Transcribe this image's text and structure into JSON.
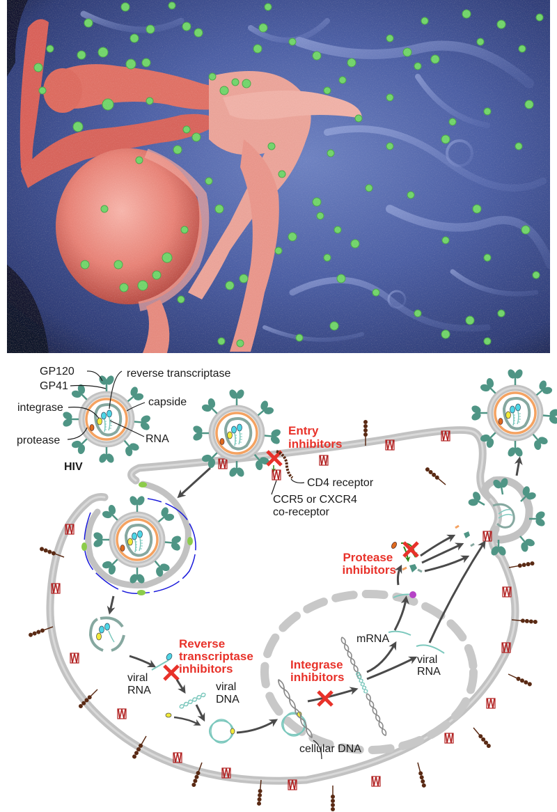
{
  "micrograph": {
    "subject": "scanning electron micrograph of HIV virions budding from a lymphocyte",
    "colors": {
      "cell_surface": "#4a5d9e",
      "lymphocyte": "#e47a72",
      "virions": "#6fd36a",
      "border": "#000000"
    }
  },
  "diagram": {
    "virion_labels": {
      "gp120": "GP120",
      "gp41": "GP41",
      "reverse_transcriptase": "reverse transcriptase",
      "integrase": "integrase",
      "capside": "capside",
      "protease": "protease",
      "rna": "RNA",
      "hiv": "HIV"
    },
    "receptor_labels": {
      "cd4": "CD4 receptor",
      "coreceptor_line1": "CCR5 or CXCR4",
      "coreceptor_line2": "co-receptor"
    },
    "inhibitors": {
      "entry": [
        "Entry",
        "inhibitors"
      ],
      "reverse_transcriptase": [
        "Reverse",
        "transcriptase",
        "inhibitors"
      ],
      "integrase": [
        "Integrase",
        "inhibitors"
      ],
      "protease": [
        "Protease",
        "inhibitors"
      ]
    },
    "molecule_labels": {
      "viral_rna_1": [
        "viral",
        "RNA"
      ],
      "viral_dna": [
        "viral",
        "DNA"
      ],
      "mrna": "mRNA",
      "viral_rna_2": [
        "viral",
        "RNA"
      ],
      "cellular_dna": "cellular DNA"
    },
    "colors": {
      "membrane": "#c2c2c2",
      "membrane_light": "#d9d9d9",
      "capsid_ring": "#f4a261",
      "glycoprotein": "#4f9585",
      "capside": "#86a8a0",
      "rna": "#7cc8bd",
      "reverse_transcriptase": "#4fd6e6",
      "integrase": "#f2ea3a",
      "protease": "#e06a1e",
      "inhibitor": "#e8322a",
      "arrow": "#4a4a4a",
      "cd4": "#5a2a14",
      "coreceptor": "#b22222",
      "fusion": "#1a1adb",
      "fusion_dot": "#8ccc4a",
      "enzyme_green": "#2f8a1e",
      "magenta": "#b543c6"
    }
  }
}
